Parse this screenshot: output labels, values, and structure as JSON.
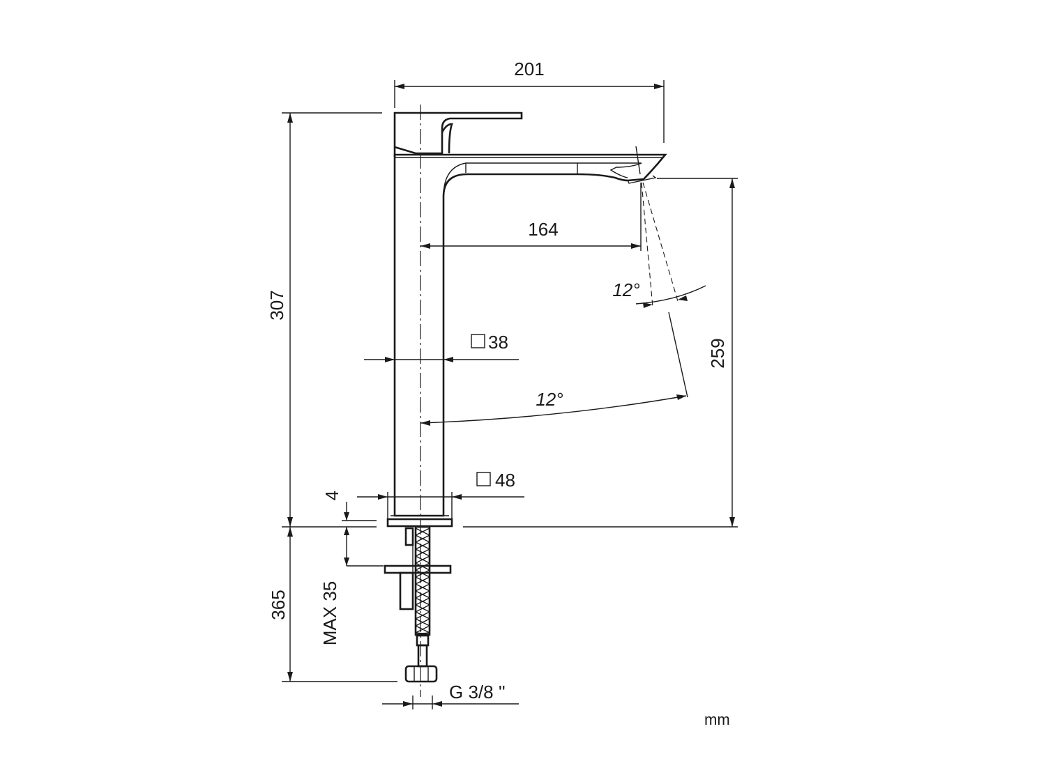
{
  "drawing": {
    "ink_color": "#1a1a1a",
    "background_color": "#ffffff",
    "dimensions": {
      "overall_width": "201",
      "overall_height": "307",
      "spout_reach": "164",
      "spout_height": "259",
      "body_section": "38",
      "base_section": "48",
      "base_plate": "4",
      "max_mount_thickness": "MAX 35",
      "hose_length": "365",
      "thread": "G 3/8 ''",
      "spray_angle": "12°",
      "lever_angle": "12°"
    },
    "unit": "mm",
    "section_symbol": "square-section-icon"
  }
}
